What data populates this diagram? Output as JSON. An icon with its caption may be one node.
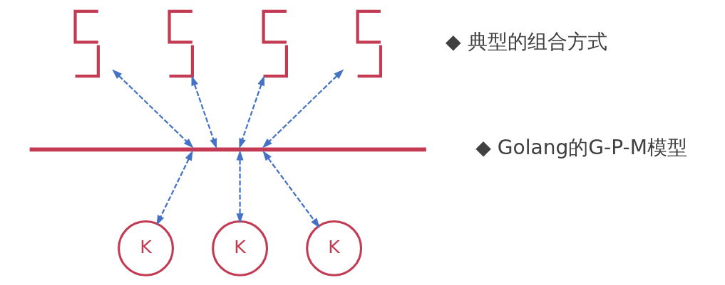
{
  "diagram": {
    "nodes": [
      {
        "text": [],
        "shape": "wave"
      },
      {
        "text": [],
        "shape": "wave"
      },
      {
        "text": [],
        "shape": "wave"
      },
      {
        "text": [],
        "shape": "wave"
      },
      {
        "text": [],
        "shape": "line"
      },
      {
        "text": [
          "K"
        ]
      },
      {
        "text": [
          "K"
        ]
      },
      {
        "text": [
          "K"
        ]
      }
    ],
    "edges": [
      {
        "from": 0,
        "to": 4,
        "arrow": "both",
        "style": "dashed"
      },
      {
        "from": 1,
        "to": 4,
        "arrow": "both",
        "style": "dashed"
      },
      {
        "from": 2,
        "to": 4,
        "arrow": "both",
        "style": "dashed"
      },
      {
        "from": 3,
        "to": 4,
        "arrow": "both",
        "style": "dashed"
      },
      {
        "from": 4,
        "to": 5,
        "arrow": "both",
        "style": "dashed"
      },
      {
        "from": 4,
        "to": 6,
        "arrow": "both",
        "style": "dashed"
      },
      {
        "from": 4,
        "to": 7,
        "arrow": "both",
        "style": "dashed"
      }
    ],
    "labels": [
      "◆ 典型的组合方式",
      "◆ Golang的G-P-M模型"
    ]
  }
}
